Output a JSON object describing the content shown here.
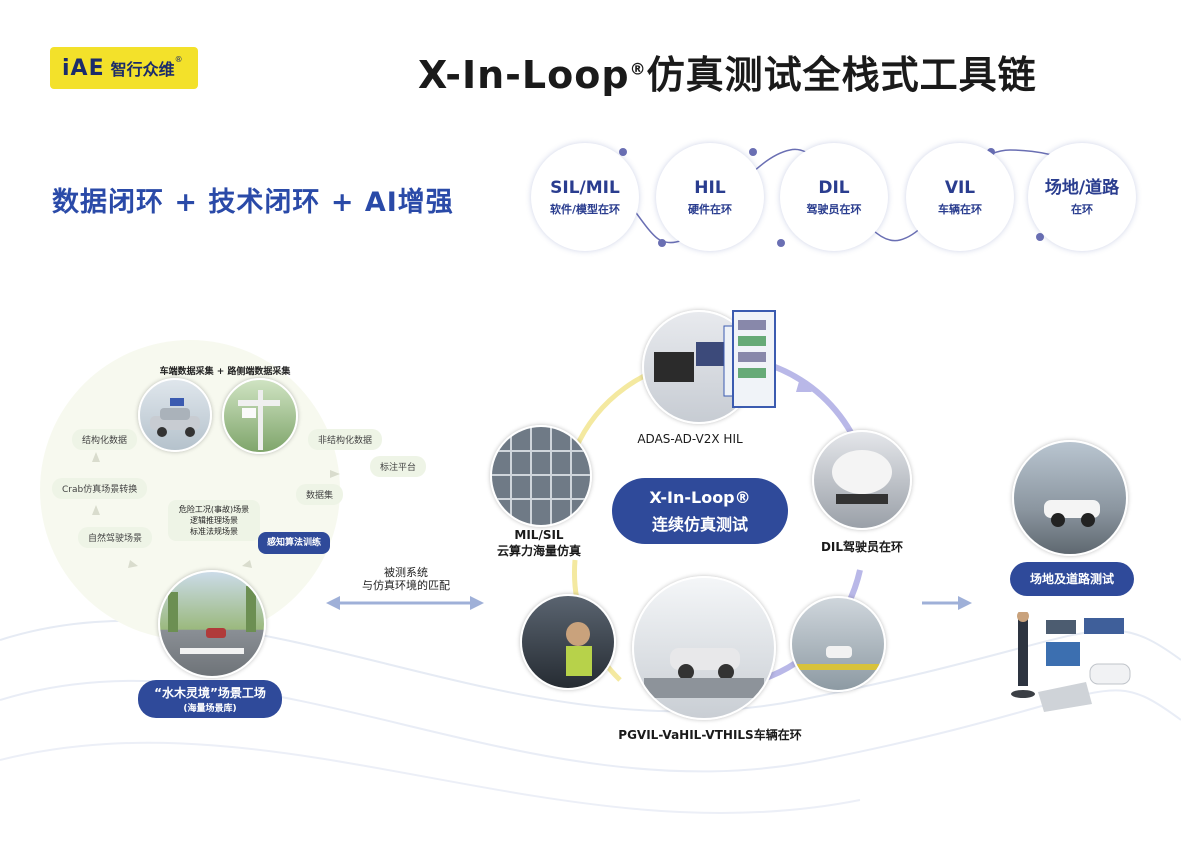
{
  "logo": {
    "mark": "iAE",
    "name": "智行众维",
    "reg": "®"
  },
  "title": {
    "main": "X-In-Loop",
    "reg": "®",
    "rest": "仿真测试全栈式工具链"
  },
  "slogan": "数据闭环 + 技术闭环 + AI增强",
  "stages": [
    {
      "name": "SIL/MIL",
      "sub": "软件/模型在环"
    },
    {
      "name": "HIL",
      "sub": "硬件在环"
    },
    {
      "name": "DIL",
      "sub": "驾驶员在环"
    },
    {
      "name": "VIL",
      "sub": "车辆在环"
    },
    {
      "name": "场地/道路",
      "sub": "在环"
    }
  ],
  "left": {
    "header": "车端数据采集 + 路侧端数据采集",
    "structured": "结构化数据",
    "unstructured": "非结构化数据",
    "annotation": "标注平台",
    "crab": "Crab仿真场景转换",
    "dataset": "数据集",
    "natural": "自然驾驶场景",
    "scenarios": [
      "危险工况(事故)场景",
      "逻辑推理场景",
      "标准法规场景"
    ],
    "training": "感知算法训练",
    "factory_title": "“水木灵境”场景工场",
    "factory_sub": "(海量场景库)"
  },
  "middle": {
    "match_line1": "被测系统",
    "match_line2": "与仿真环境的匹配",
    "center_line1": "X-In-Loop®",
    "center_line2": "连续仿真测试",
    "adas": "ADAS-AD-V2X HIL",
    "mil_line1": "MIL/SIL",
    "mil_line2": "云算力海量仿真",
    "dil": "DIL驾驶员在环",
    "pgvil": "PGVIL-VaHIL-VTHILS车辆在环"
  },
  "right": {
    "label": "场地及道路测试"
  },
  "colors": {
    "brand_blue": "#2f4a9a",
    "logo_yellow": "#f3e12a",
    "ring_yellow": "#f4e9a0",
    "ring_purple": "#b9b8e8"
  }
}
